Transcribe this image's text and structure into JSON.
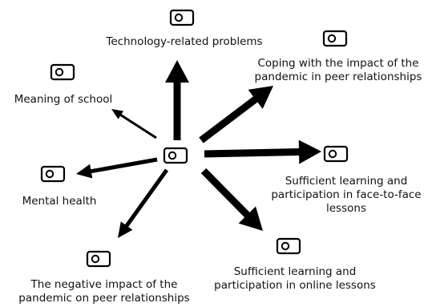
{
  "nodes": {
    "technology": {
      "icon": "node-code-icon",
      "lines": [
        "Technology-related problems"
      ]
    },
    "coping_peer": {
      "icon": "node-code-icon",
      "lines": [
        "Coping with the impact of the",
        "pandemic in peer relationships"
      ]
    },
    "school": {
      "icon": "node-code-icon",
      "lines": [
        "Meaning of school"
      ]
    },
    "face_to_face": {
      "icon": "node-code-icon",
      "lines": [
        "Sufficient learning and",
        "participation in face-to-face",
        "lessons"
      ]
    },
    "mental": {
      "icon": "node-code-icon",
      "lines": [
        "Mental health"
      ]
    },
    "online": {
      "icon": "node-code-icon",
      "lines": [
        "Sufficient learning and",
        "participation in online lessons"
      ]
    },
    "negative_peer": {
      "icon": "node-code-icon",
      "lines": [
        "The negative impact of the",
        "pandemic on peer relationships"
      ]
    },
    "center": {
      "icon": "node-code-icon"
    }
  },
  "arrows": [
    {
      "to": "technology",
      "weight": "heavy"
    },
    {
      "to": "coping_peer",
      "weight": "heavy"
    },
    {
      "to": "school",
      "weight": "light"
    },
    {
      "to": "face_to_face",
      "weight": "heavy"
    },
    {
      "to": "mental",
      "weight": "medium"
    },
    {
      "to": "online",
      "weight": "heavy"
    },
    {
      "to": "negative_peer",
      "weight": "medium"
    }
  ],
  "colors": {
    "stroke": "#000000",
    "text": "#111111"
  }
}
